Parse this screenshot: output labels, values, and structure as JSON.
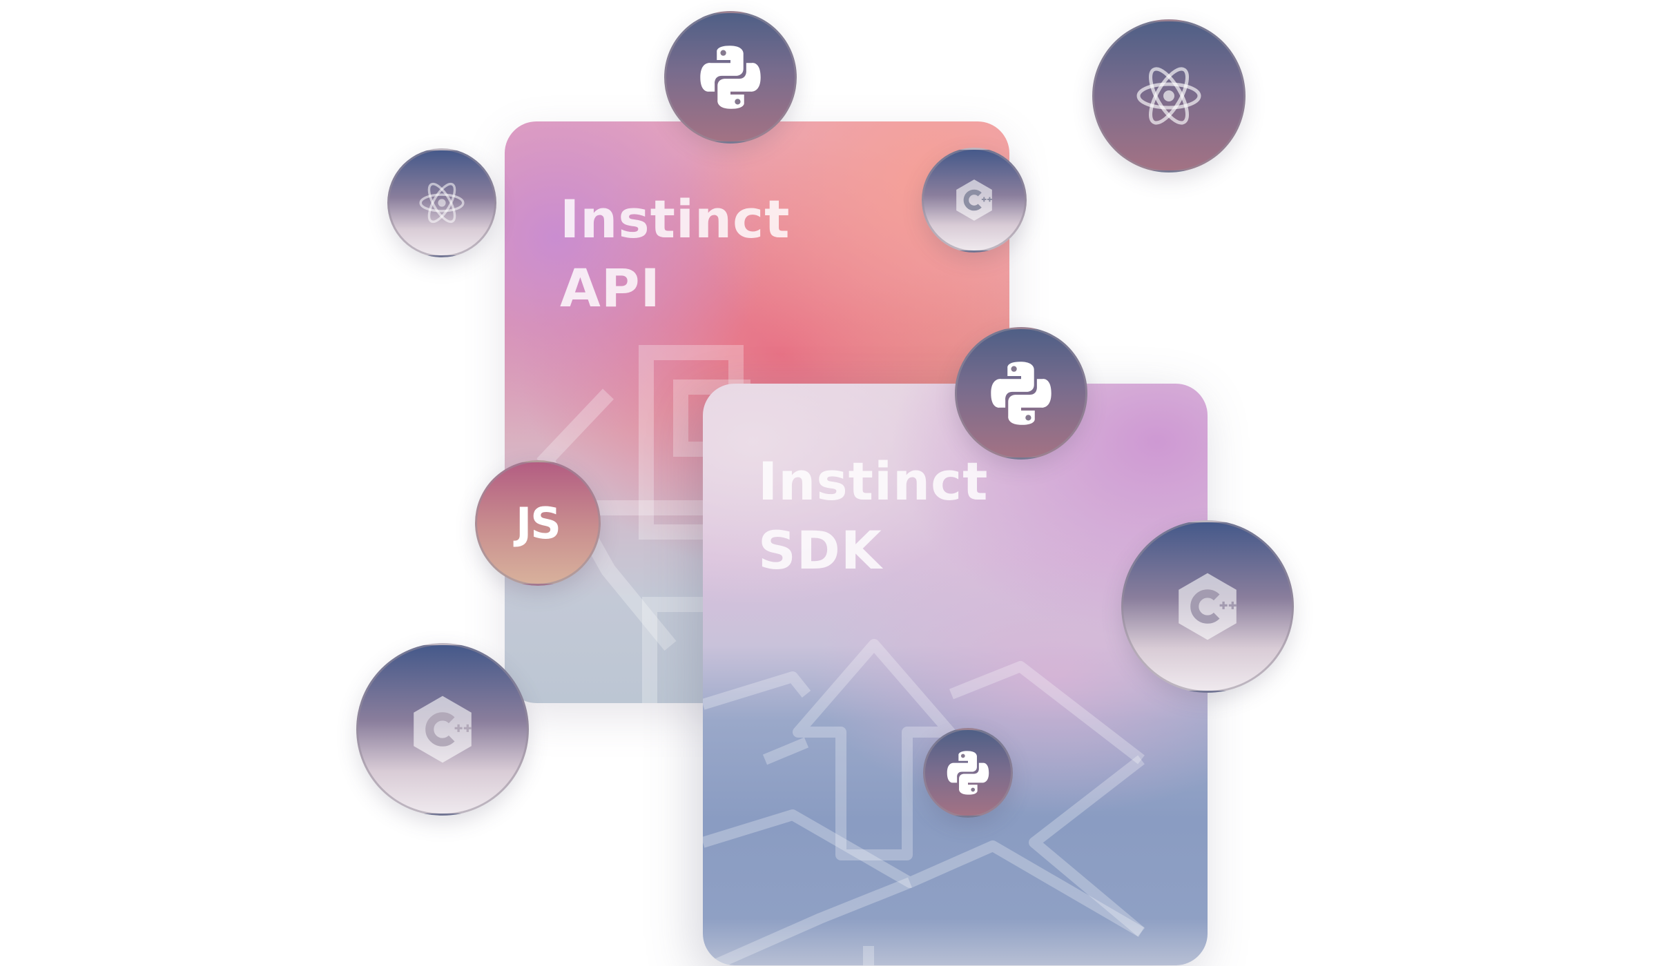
{
  "cards": {
    "api": {
      "title_line1": "Instinct",
      "title_line2": "API"
    },
    "sdk": {
      "title_line1": "Instinct",
      "title_line2": "SDK"
    }
  },
  "bubbles": {
    "js": {
      "label": "JS"
    }
  },
  "icons": [
    "python-icon",
    "react-atom-icon",
    "cplusplus-icon",
    "javascript-icon",
    "upload-box-icon"
  ],
  "colors": {
    "bubble_dark_top": "#4f5f86",
    "bubble_dark_bottom": "#a37284",
    "api_card_accent": "#e86e82",
    "sdk_card_accent": "#8a9cc2",
    "card_text": "#ffffff"
  }
}
